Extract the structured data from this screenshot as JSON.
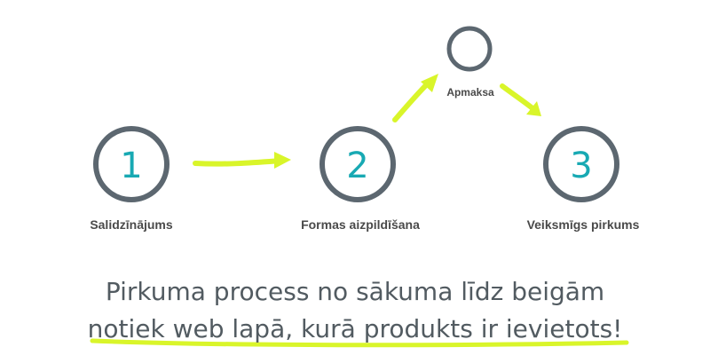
{
  "steps": [
    {
      "number": "1",
      "label": "Salidzīnājums"
    },
    {
      "number": "2",
      "label": "Formas aizpildīšana"
    },
    {
      "number": "3",
      "label": "Veiksmīgs pirkums"
    }
  ],
  "payment_label": "Apmaksa",
  "caption": {
    "line1": "Pirkuma process no sākuma līdz beigām",
    "line2": "notiek web lapā, kurā produkts ir ievietots!"
  },
  "colors": {
    "circle_stroke": "#5c6770",
    "number": "#18a9b3",
    "highlight": "#d9f52a",
    "text": "#4a4a4a",
    "caption": "#525b61"
  }
}
